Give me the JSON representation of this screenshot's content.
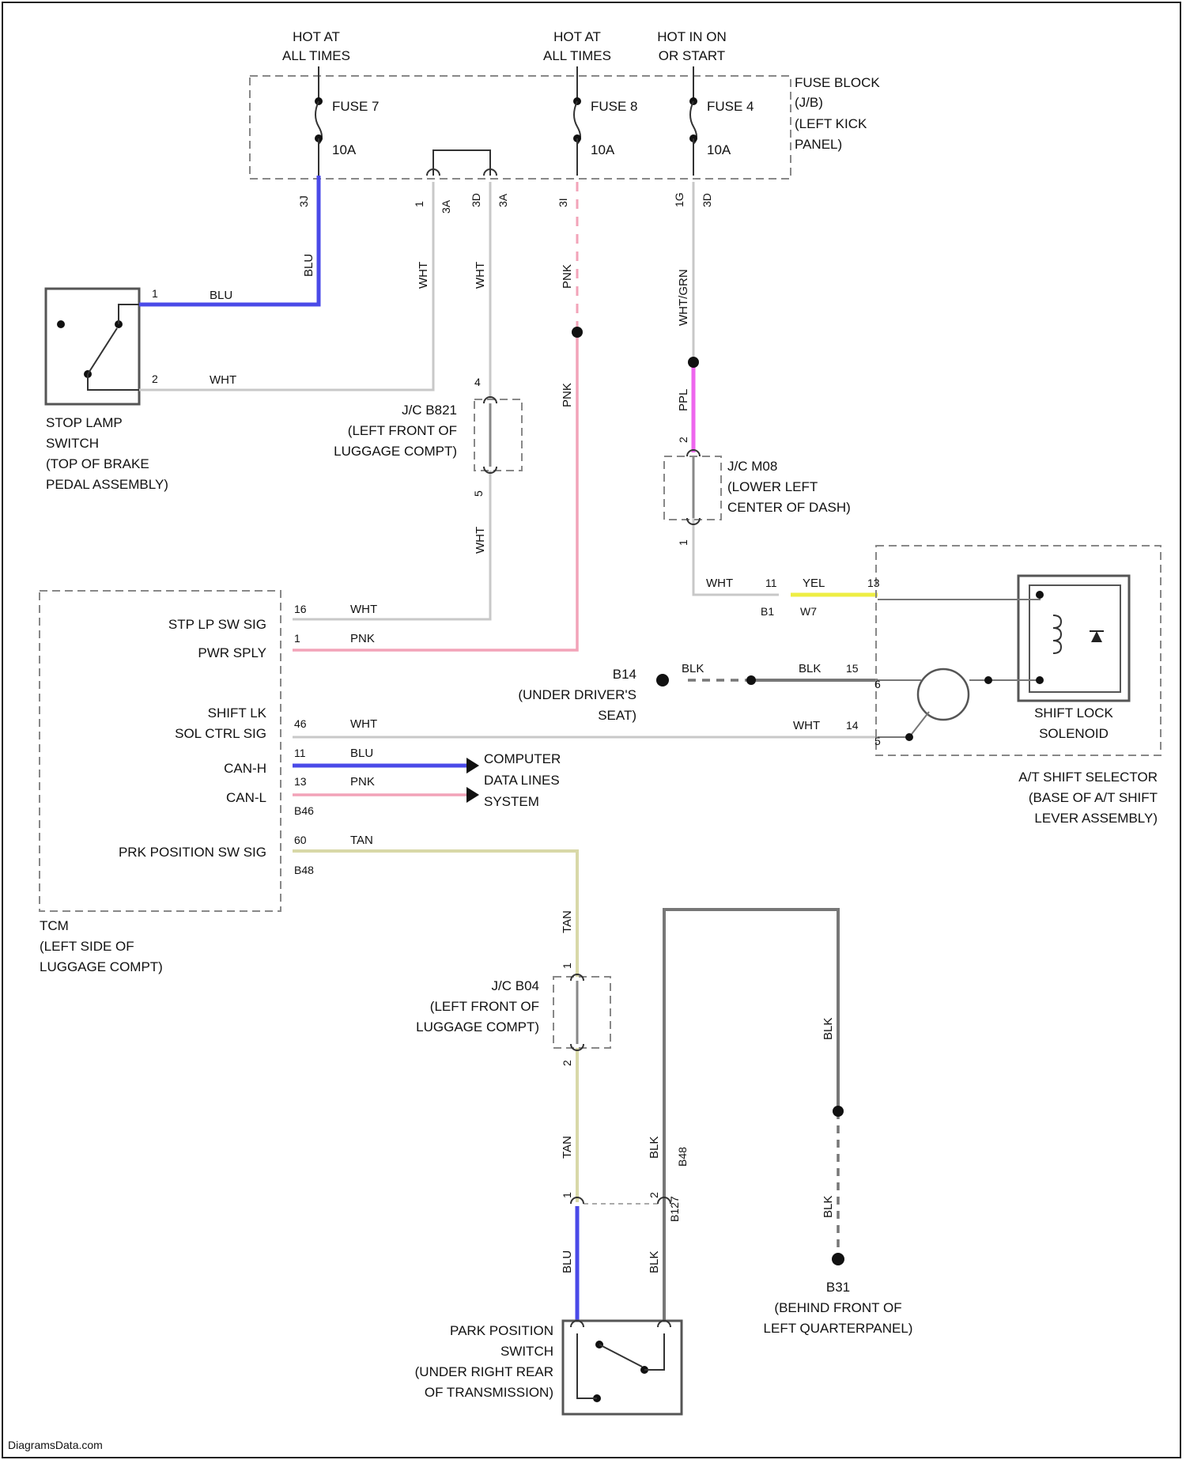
{
  "power_labels": {
    "hot1_l1": "HOT AT",
    "hot1_l2": "ALL TIMES",
    "hot2_l1": "HOT AT",
    "hot2_l2": "ALL TIMES",
    "hot3_l1": "HOT IN ON",
    "hot3_l2": "OR START"
  },
  "fuse_block": {
    "l1": "FUSE BLOCK",
    "l2": "(J/B)",
    "l3": "(LEFT KICK",
    "l4": "PANEL)"
  },
  "fuses": [
    {
      "name": "FUSE 7",
      "rating": "10A"
    },
    {
      "name": "FUSE 8",
      "rating": "10A"
    },
    {
      "name": "FUSE 4",
      "rating": "10A"
    }
  ],
  "fuse_pins": {
    "p1": "3J",
    "p2": "1",
    "p3": "3A",
    "p4": "3D",
    "p5": "3A",
    "p6": "3I",
    "p7": "1G",
    "p8": "3D"
  },
  "wire_colors": {
    "blu": "BLU",
    "wht": "WHT",
    "pnk": "PNK",
    "wht_grn": "WHT/GRN",
    "ppl": "PPL",
    "yel": "YEL",
    "blk": "BLK",
    "tan": "TAN"
  },
  "stop_lamp": {
    "pin1": "1",
    "pin2": "2",
    "l1": "STOP LAMP",
    "l2": "SWITCH",
    "l3": "(TOP OF BRAKE",
    "l4": "PEDAL ASSEMBLY)"
  },
  "jc_b821": {
    "pin_top": "4",
    "pin_bot": "5",
    "l1": "J/C B821",
    "l2": "(LEFT FRONT OF",
    "l3": "LUGGAGE COMPT)"
  },
  "jc_m08": {
    "pin_top": "2",
    "pin_bot": "1",
    "l1": "J/C M08",
    "l2": "(LOWER LEFT",
    "l3": "CENTER OF DASH)"
  },
  "jc_b04": {
    "pin_top": "1",
    "pin_bot": "2",
    "l1": "J/C B04",
    "l2": "(LEFT FRONT OF",
    "l3": "LUGGAGE COMPT)"
  },
  "tcm": {
    "pins": [
      {
        "label": "STP LP SW SIG",
        "pin": "16",
        "wire": "WHT"
      },
      {
        "label": "PWR SPLY",
        "pin": "1",
        "wire": "PNK"
      },
      {
        "label": "SHIFT LK",
        "label2": "SOL CTRL SIG",
        "pin": "46",
        "wire": "WHT"
      },
      {
        "label": "CAN-H",
        "pin": "11",
        "wire": "BLU"
      },
      {
        "label": "CAN-L",
        "pin": "13",
        "wire": "PNK"
      },
      {
        "label": "PRK POSITION SW SIG",
        "pin": "60",
        "wire": "TAN"
      }
    ],
    "conn1": "B46",
    "conn2": "B48",
    "l1": "TCM",
    "l2": "(LEFT SIDE OF",
    "l3": "LUGGAGE COMPT)"
  },
  "data_lines": {
    "l1": "COMPUTER",
    "l2": "DATA LINES",
    "l3": "SYSTEM"
  },
  "shift_selector": {
    "wht_pin": "11",
    "conn_b1": "B1",
    "conn_w": "W7",
    "yel_pin": "13",
    "blk_pin": "15",
    "wht_pin14": "14",
    "pin_a": "6",
    "pin_b": "5",
    "sol_l1": "SHIFT LOCK",
    "sol_l2": "SOLENOID",
    "l1": "A/T SHIFT SELECTOR",
    "l2": "(BASE OF A/T SHIFT",
    "l3": "LEVER ASSEMBLY)"
  },
  "ground_b14": {
    "name": "B14",
    "l1": "(UNDER DRIVER'S",
    "l2": "SEAT)"
  },
  "ground_b31": {
    "name": "B31",
    "l1": "(BEHIND FRONT OF",
    "l2": "LEFT QUARTERPANEL)"
  },
  "ppsw": {
    "pin_l": "1",
    "pin_r": "2",
    "pin_l2": "1",
    "pin_r2": "2",
    "conn_top": "B127",
    "conn_b": "B48",
    "l1": "PARK POSITION",
    "l2": "SWITCH",
    "l3": "(UNDER RIGHT REAR",
    "l4": "OF TRANSMISSION)"
  },
  "footer": "DiagramsData.com"
}
